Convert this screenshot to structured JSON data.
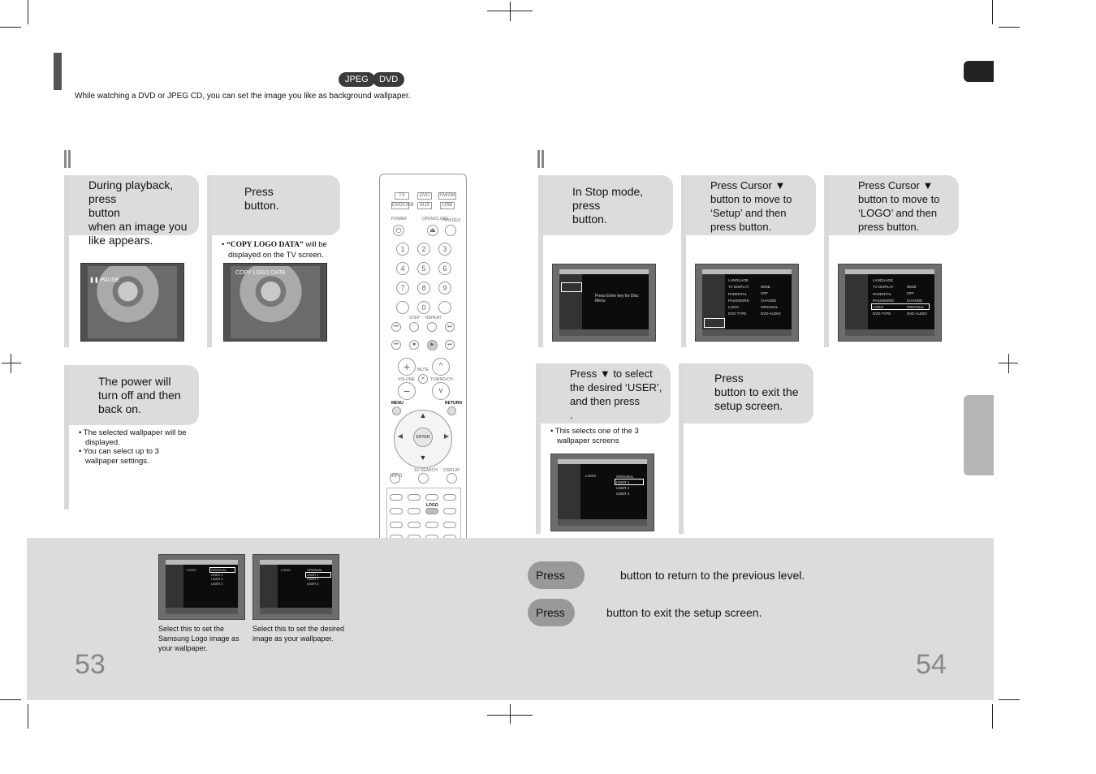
{
  "badges": [
    "JPEG",
    "DVD"
  ],
  "intro": "While watching a DVD or JPEG CD, you can set the image you like as background wallpaper.",
  "left_steps": {
    "s1": "During playback, press\n                   button\nwhen an image you\nlike appears.",
    "s2": "Press\nbutton.",
    "s2_note_quoted": "“COPY LOGO DATA”",
    "s2_note_rest": " will be displayed on the TV screen.",
    "s3": "The power will\nturn off and then\nback on.",
    "s3_notes": [
      "The selected wallpaper will be displayed.",
      "You can select up to 3 wallpaper settings."
    ],
    "photo1_caption": "❚❚ PAUSE",
    "photo2_caption": "COPY LOGO DATA"
  },
  "right_steps": {
    "s1": "In Stop mode,\npress\nbutton.",
    "s2_a": "Press Cursor ▼",
    "s2_b": "button to move to\n‘Setup’ and then\npress                button.",
    "s3_a": "Press Cursor ▼",
    "s3_b": "button to move to\n‘LOGO’ and then\npress                button.",
    "s4": "Press ▼ to select\nthe desired ‘USER’,\nand then press\n                .",
    "s4_note": "This selects one of the 3 wallpaper screens",
    "s5": "Press\nbutton to exit the\nsetup screen."
  },
  "screen1_text": "Press Enter key for Disc Menu",
  "screen_menu": [
    "LANGUAGE",
    "TV DISPLAY",
    "PARENTAL",
    "PASSWORD",
    "LOGO",
    "DVD TYPE"
  ],
  "screen_values": [
    "WIDE",
    "OFF",
    "CHANGE",
    "ORIGINAL",
    "DVD AUDIO"
  ],
  "logo_options": [
    "ORIGINAL",
    "USER 1",
    "USER 2",
    "USER 3"
  ],
  "captions": {
    "cap1": "Select this to set the Samsung Logo image as your wallpaper.",
    "cap2": "Select this to set the desired image as your wallpaper."
  },
  "tips": [
    {
      "press": "Press",
      "rest": "button to return to the previous level."
    },
    {
      "press": "Press",
      "rest": "button to exit the setup screen."
    }
  ],
  "page_left": "53",
  "page_right": "54",
  "remote": {
    "top_row": [
      "TV",
      "DVD",
      "FM/AM"
    ],
    "second_row": [
      "DVD/USB",
      "AUX",
      "USB"
    ],
    "labels": [
      "POWER",
      "OPEN/CLOSE",
      "TV/VIDEO",
      "STEP",
      "REPEAT",
      "MUTE",
      "VOLUME",
      "TUNING/CH",
      "MENU",
      "RETURN",
      "ENTER",
      "SV SEARCH",
      "INFO",
      "DISPLAY",
      "LOGO"
    ],
    "digits": [
      "1",
      "2",
      "3",
      "4",
      "5",
      "6",
      "7",
      "8",
      "9",
      "0"
    ]
  }
}
